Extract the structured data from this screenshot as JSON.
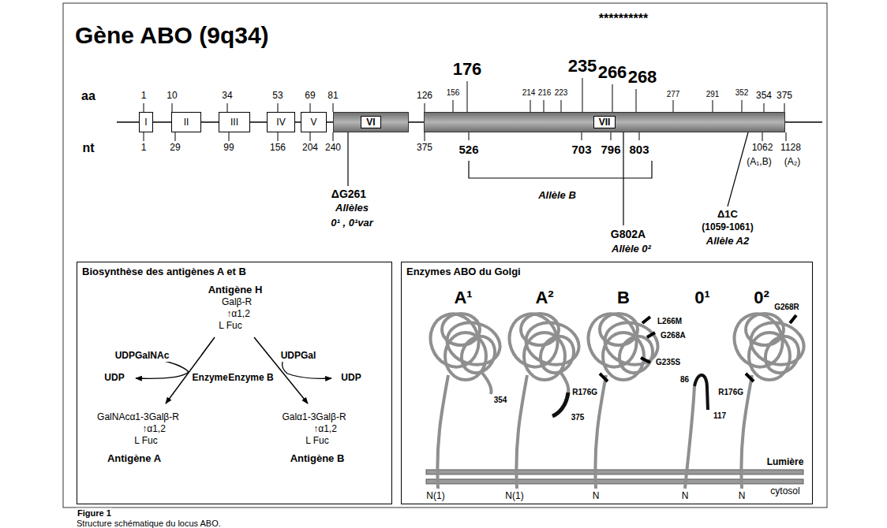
{
  "diagram": {
    "title": "Gène ABO (9q34)",
    "caption": "Structure schématique du locus ABO.",
    "nodes": [
      {
        "text": [
          "I"
        ]
      },
      {
        "text": [
          "II"
        ]
      },
      {
        "text": [
          "III"
        ]
      },
      {
        "text": [
          "IV"
        ]
      },
      {
        "text": [
          "V"
        ]
      },
      {
        "text": [
          "VI"
        ]
      },
      {
        "text": [
          "VII"
        ]
      },
      {
        "text": [
          "Biosynthèse des antigènes A et B"
        ]
      },
      {
        "text": [
          "Enzymes ABO du Golgi"
        ]
      }
    ],
    "labels": [
      "aa",
      "1",
      "10",
      "34",
      "53",
      "69",
      "81",
      "126",
      "156",
      "176",
      "214",
      "216",
      "223",
      "235",
      "266",
      "268",
      "277",
      "291",
      "352",
      "354",
      "375",
      "**********",
      "nt",
      "1",
      "29",
      "99",
      "156",
      "204",
      "240",
      "375",
      "526",
      "703",
      "796",
      "803",
      "1062",
      "(A₁,B)",
      "1128",
      "(A₂)",
      "ΔG261",
      "Allèles",
      "0¹ , 0¹var",
      "Allèle B",
      "G802A",
      "Allèle 0²",
      "Δ1C",
      "(1059-1061)",
      "Allèle A2",
      "Antigène H",
      "Galβ-R",
      "↑α1,2",
      "L Fuc",
      "UDPGalNAc",
      "UDP",
      "Enzyme A",
      "UDPGal",
      "Enzyme B",
      "UDP",
      "GalNAcα1-3Galβ-R",
      "↑α1,2",
      "L Fuc",
      "Antigène A",
      "Galα1-3Galβ-R",
      "↑α1,2",
      "L Fuc",
      "Antigène B",
      "A¹",
      "A²",
      "B",
      "0¹",
      "0²",
      "354",
      "375",
      "L266M",
      "G268A",
      "G235S",
      "R176G",
      "86",
      "117",
      "G268R",
      "R176G",
      "Lumière",
      "cytosol",
      "N(1)",
      "N(1)",
      "N",
      "N",
      "N",
      "Figure 1"
    ]
  }
}
